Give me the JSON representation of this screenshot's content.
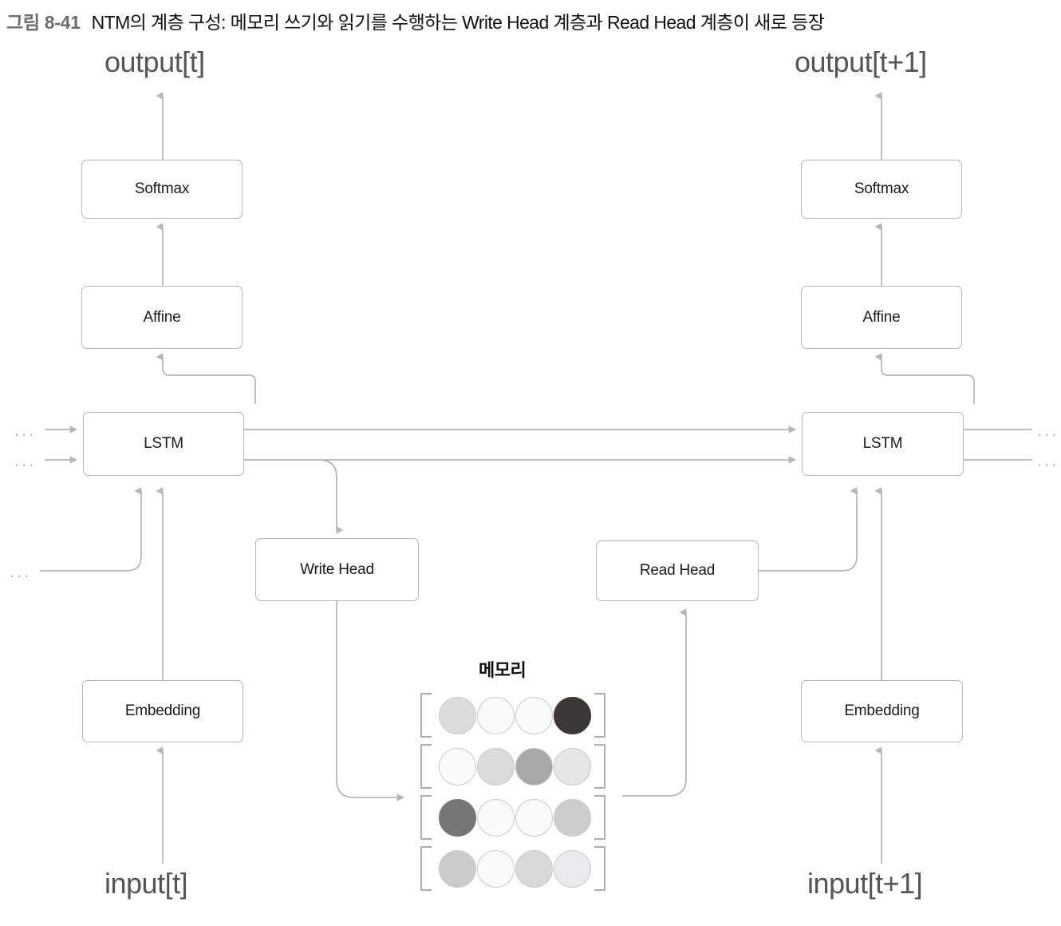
{
  "caption": {
    "figure_number": "그림 8-41",
    "text": "NTM의 계층 구성: 메모리 쓰기와 읽기를 수행하는 Write Head 계층과 Read Head 계층이 새로 등장"
  },
  "diagram": {
    "type": "neural-network-architecture",
    "timesteps": [
      {
        "id": "t",
        "output_label": "output[t]",
        "input_label": "input[t]",
        "blocks": [
          {
            "id": "softmax-t",
            "label": "Softmax"
          },
          {
            "id": "affine-t",
            "label": "Affine"
          },
          {
            "id": "lstm-t",
            "label": "LSTM"
          },
          {
            "id": "embedding-t",
            "label": "Embedding"
          }
        ]
      },
      {
        "id": "t+1",
        "output_label": "output[t+1]",
        "input_label": "input[t+1]",
        "blocks": [
          {
            "id": "softmax-t1",
            "label": "Softmax"
          },
          {
            "id": "affine-t1",
            "label": "Affine"
          },
          {
            "id": "lstm-t1",
            "label": "LSTM"
          },
          {
            "id": "embedding-t1",
            "label": "Embedding"
          }
        ]
      }
    ],
    "heads": [
      {
        "id": "write-head",
        "label": "Write Head"
      },
      {
        "id": "read-head",
        "label": "Read Head"
      }
    ],
    "memory": {
      "title": "메모리",
      "rows": 4,
      "cols": 4,
      "cells": [
        [
          "#dcdcdc",
          "#f8fbf9",
          "#f8fbf9",
          "#3a3734"
        ],
        [
          "#fafbfa",
          "#dcdcdc",
          "#a9a9a9",
          "#e6e6e6"
        ],
        [
          "#767676",
          "#fafbfa",
          "#f8fbf9",
          "#cdcdcd"
        ],
        [
          "#cbcbcb",
          "#fafbfa",
          "#d9d9d9",
          "#e9ebec"
        ]
      ]
    },
    "continuation_marks": {
      "left": [
        "...",
        "...",
        "..."
      ],
      "right": [
        "...",
        "..."
      ]
    },
    "colors": {
      "box_border": "#b6b6b6",
      "edge": "#b6b6b6",
      "label_text": "#555555",
      "block_text": "#1a1a1a",
      "caption_number": "#6d6d6d",
      "bracket": "#adadad"
    }
  }
}
